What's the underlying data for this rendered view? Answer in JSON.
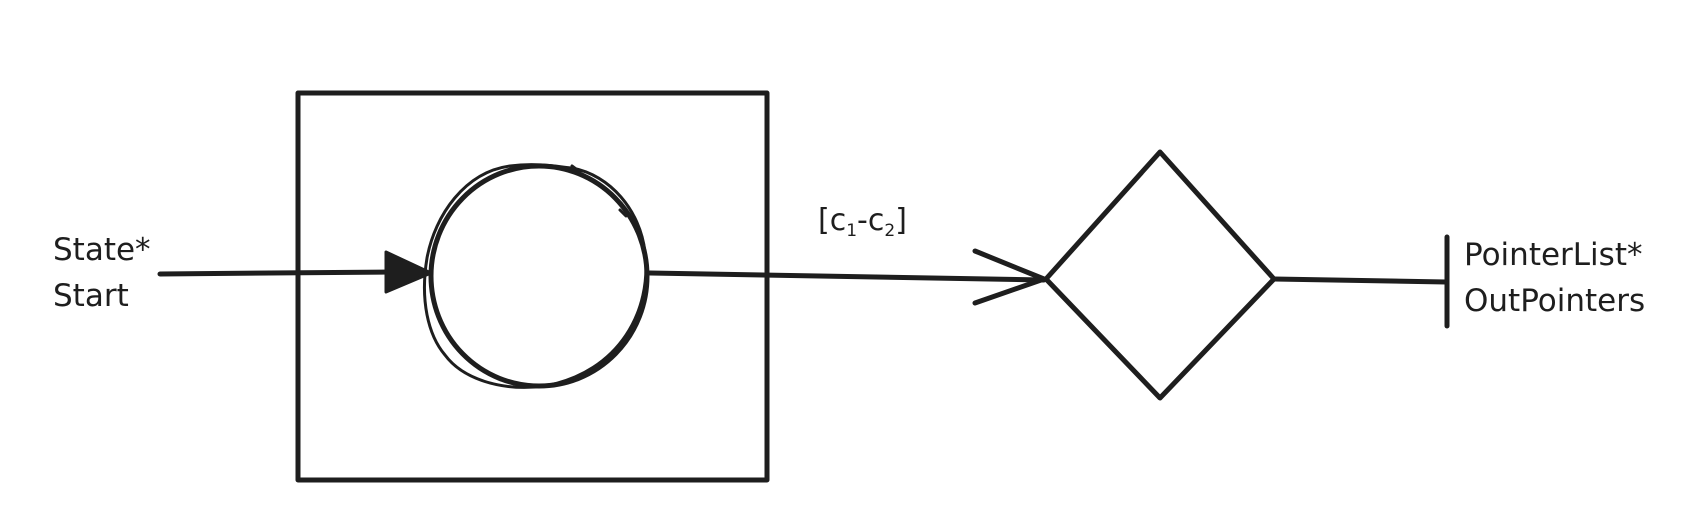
{
  "diagram": {
    "input": {
      "type_label": "State*",
      "name_label": "Start"
    },
    "guard": {
      "open_bracket": "[",
      "left_var": "c",
      "left_sub": "1",
      "separator": "-",
      "right_var": "c",
      "right_sub": "2",
      "close_bracket": "]"
    },
    "output": {
      "type_label": "PointerList*",
      "name_label": "OutPointers"
    }
  },
  "colors": {
    "stroke": "#1e1e1e",
    "text": "#1e1e1e",
    "background": "#ffffff"
  },
  "icons": {
    "start_arrowhead": "filled-triangle-arrowhead",
    "end_arrowhead": "open-chevron-arrowhead",
    "terminator": "bar-terminator"
  }
}
